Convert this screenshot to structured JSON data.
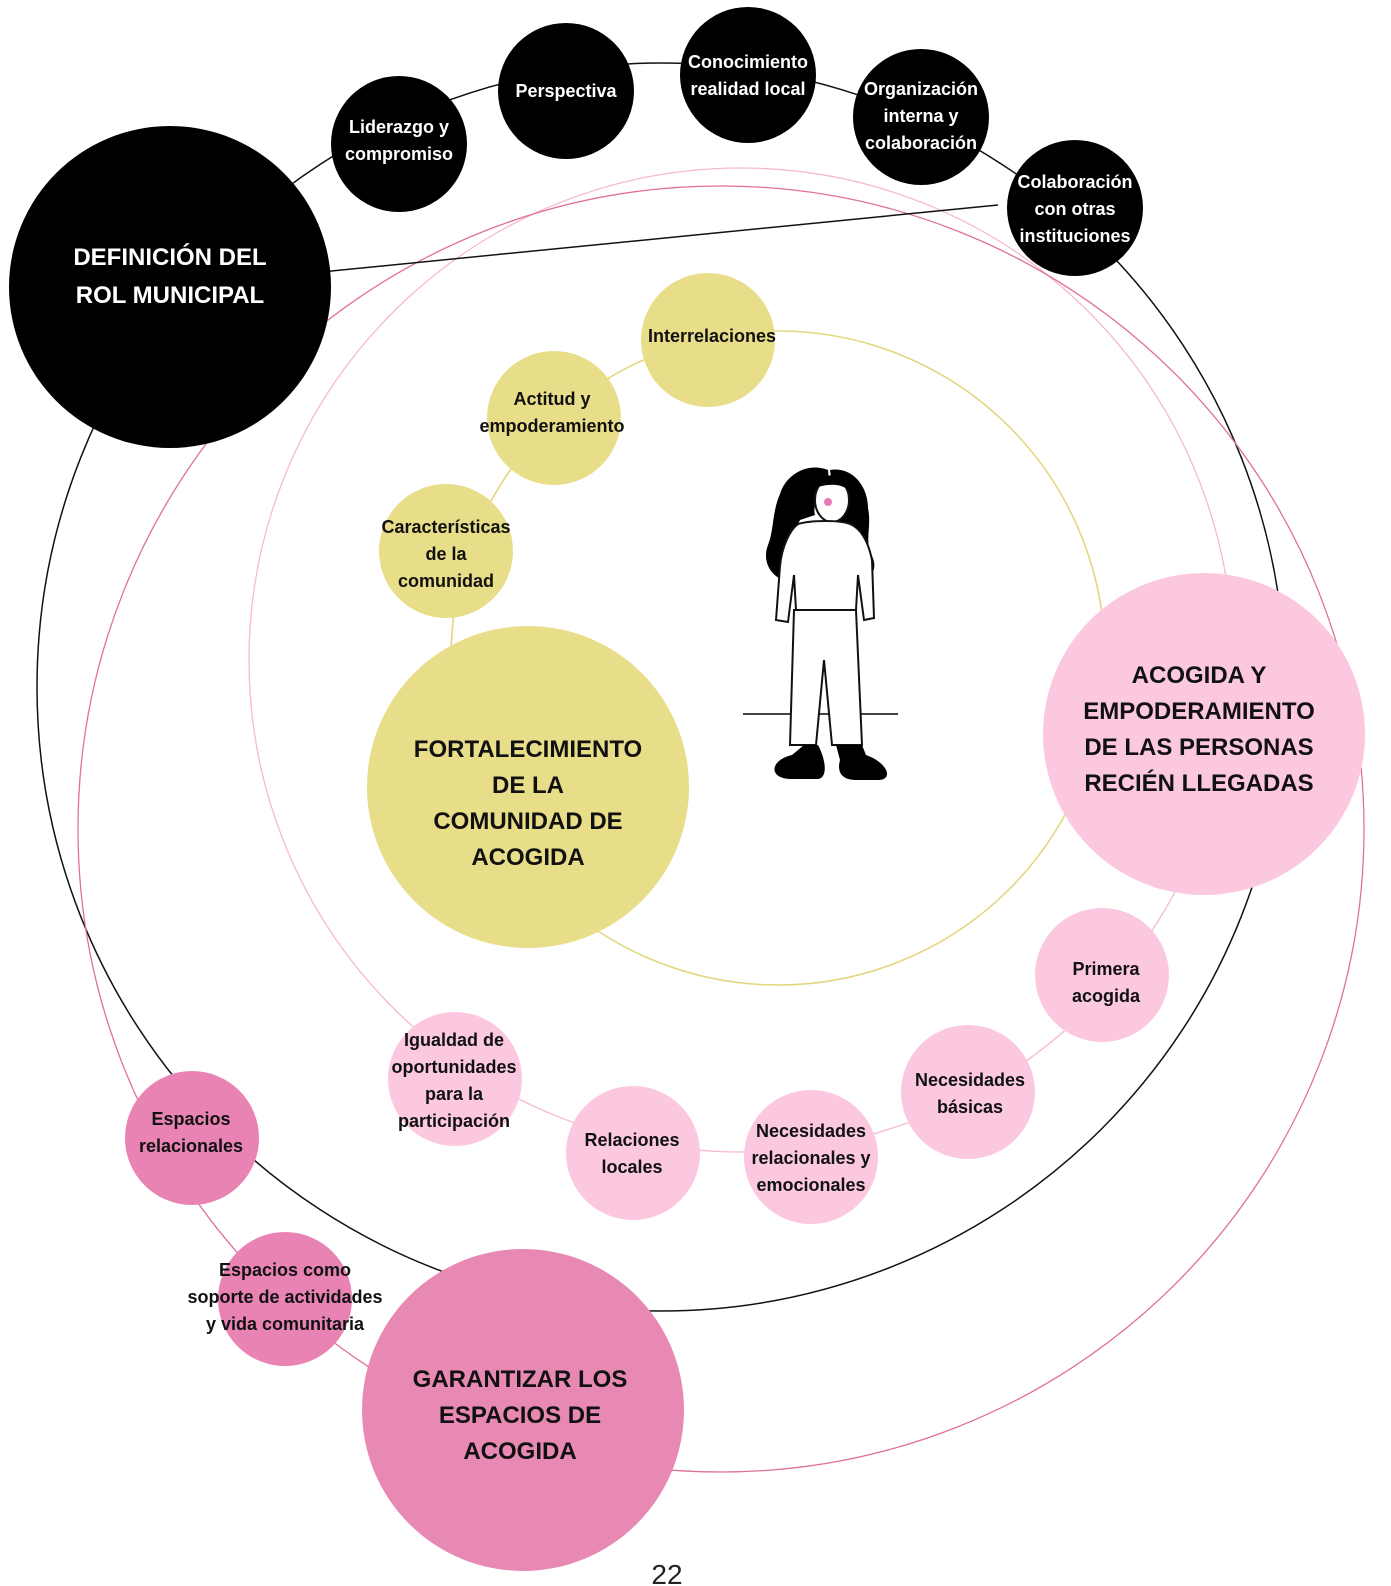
{
  "colors": {
    "black": "#000000",
    "yellow": "#e8dd88",
    "light_pink": "#fcc8df",
    "mid_pink": "#e883b3",
    "big_pink": "#e789b2",
    "ring_black": "#111111",
    "ring_yellow": "#e4d67f",
    "ring_pink": "#e0709b",
    "ring_light_pink": "#f6b9cd"
  },
  "main_nodes": {
    "rol_municipal": [
      "DEFINICIÓN DEL",
      "ROL MUNICIPAL"
    ],
    "comunidad": [
      "FORTALECIMIENTO",
      "DE LA",
      "COMUNIDAD DE",
      "ACOGIDA"
    ],
    "acogida": [
      "ACOGIDA Y",
      "EMPODERAMIENTO",
      "DE LAS PERSONAS",
      "RECIÉN LLEGADAS"
    ],
    "espacios": [
      "GARANTIZAR LOS",
      "ESPACIOS DE",
      "ACOGIDA"
    ]
  },
  "rol_items": [
    [
      "Liderazgo y",
      "compromiso"
    ],
    [
      "Perspectiva"
    ],
    [
      "Conocimiento",
      "realidad local"
    ],
    [
      "Organización",
      "interna y",
      "colaboración"
    ],
    [
      "Colaboración",
      "con otras",
      "instituciones"
    ]
  ],
  "comunidad_items": [
    [
      "Interrelaciones"
    ],
    [
      "Actitud y",
      "empoderamiento"
    ],
    [
      "Características",
      "de la",
      "comunidad"
    ]
  ],
  "acogida_items": [
    [
      "Primera",
      "acogida"
    ],
    [
      "Necesidades",
      "básicas"
    ],
    [
      "Necesidades",
      "relacionales y",
      "emocionales"
    ],
    [
      "Relaciones",
      "locales"
    ],
    [
      "Igualdad de",
      "oportunidades",
      "para la",
      "participación"
    ]
  ],
  "espacios_items": [
    [
      "Espacios",
      "relacionales"
    ],
    [
      "Espacios como",
      "soporte de actividades",
      "y vida comunitaria"
    ]
  ],
  "page_number": "22",
  "illustration": "standing-woman-illustration"
}
